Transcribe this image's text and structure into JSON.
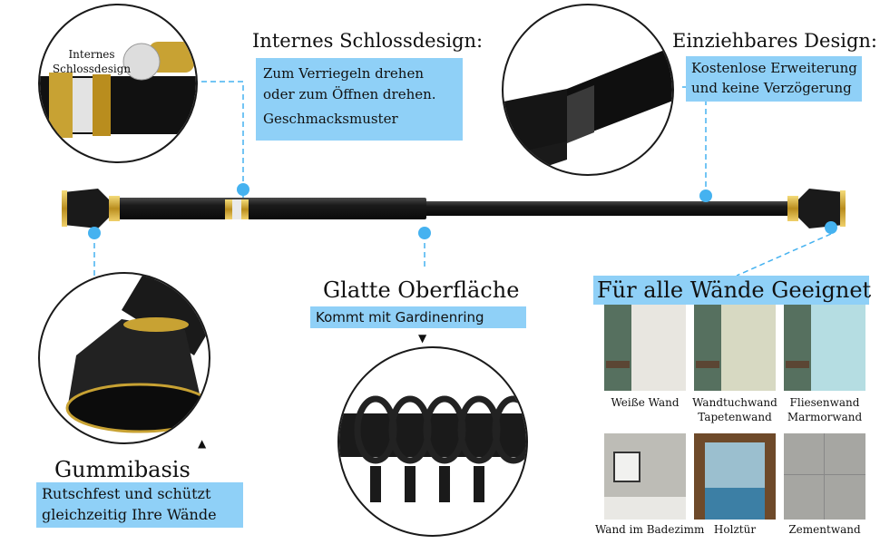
{
  "lock": {
    "inset_label": [
      "Internes",
      "Schlossdesign"
    ],
    "title": "Internes Schlossdesign:",
    "desc": [
      "Zum Verriegeln drehen",
      "oder zum Öffnen drehen.",
      "Geschmacksmuster"
    ]
  },
  "retract": {
    "title": "Einziehbares Design:",
    "desc": [
      "Kostenlose Erweiterung",
      "und keine Verzögerung"
    ]
  },
  "smooth": {
    "title": "Glatte Oberfläche",
    "desc": "Kommt mit Gardinenring",
    "arrow": "▼"
  },
  "rubber": {
    "title": "Gummibasis",
    "desc": [
      "Rutschfest und schützt",
      "gleichzeitig Ihre Wände"
    ],
    "arrow": "▲"
  },
  "walls": {
    "title": "Für alle Wände Geeignet",
    "items": [
      {
        "lines": [
          "Weiße Wand"
        ],
        "color": "#e8e6e0"
      },
      {
        "lines": [
          "Wandtuchwand",
          "Tapetenwand"
        ],
        "color": "#d7d9c2"
      },
      {
        "lines": [
          "Fliesenwand",
          "Marmorwand"
        ],
        "color": "#b5dde2"
      },
      {
        "lines": [
          "Wand im Badezimm"
        ],
        "color": "#bdbcb6"
      },
      {
        "lines": [
          "Holztür"
        ],
        "color": "#9bbfcf"
      },
      {
        "lines": [
          "Zementwand"
        ],
        "color": "#a6a6a2"
      }
    ]
  },
  "colors": {
    "accent": "#8fd0f7",
    "dot": "#45b2f0",
    "rod": "#1c1c1c",
    "gold": "#c8a233"
  }
}
